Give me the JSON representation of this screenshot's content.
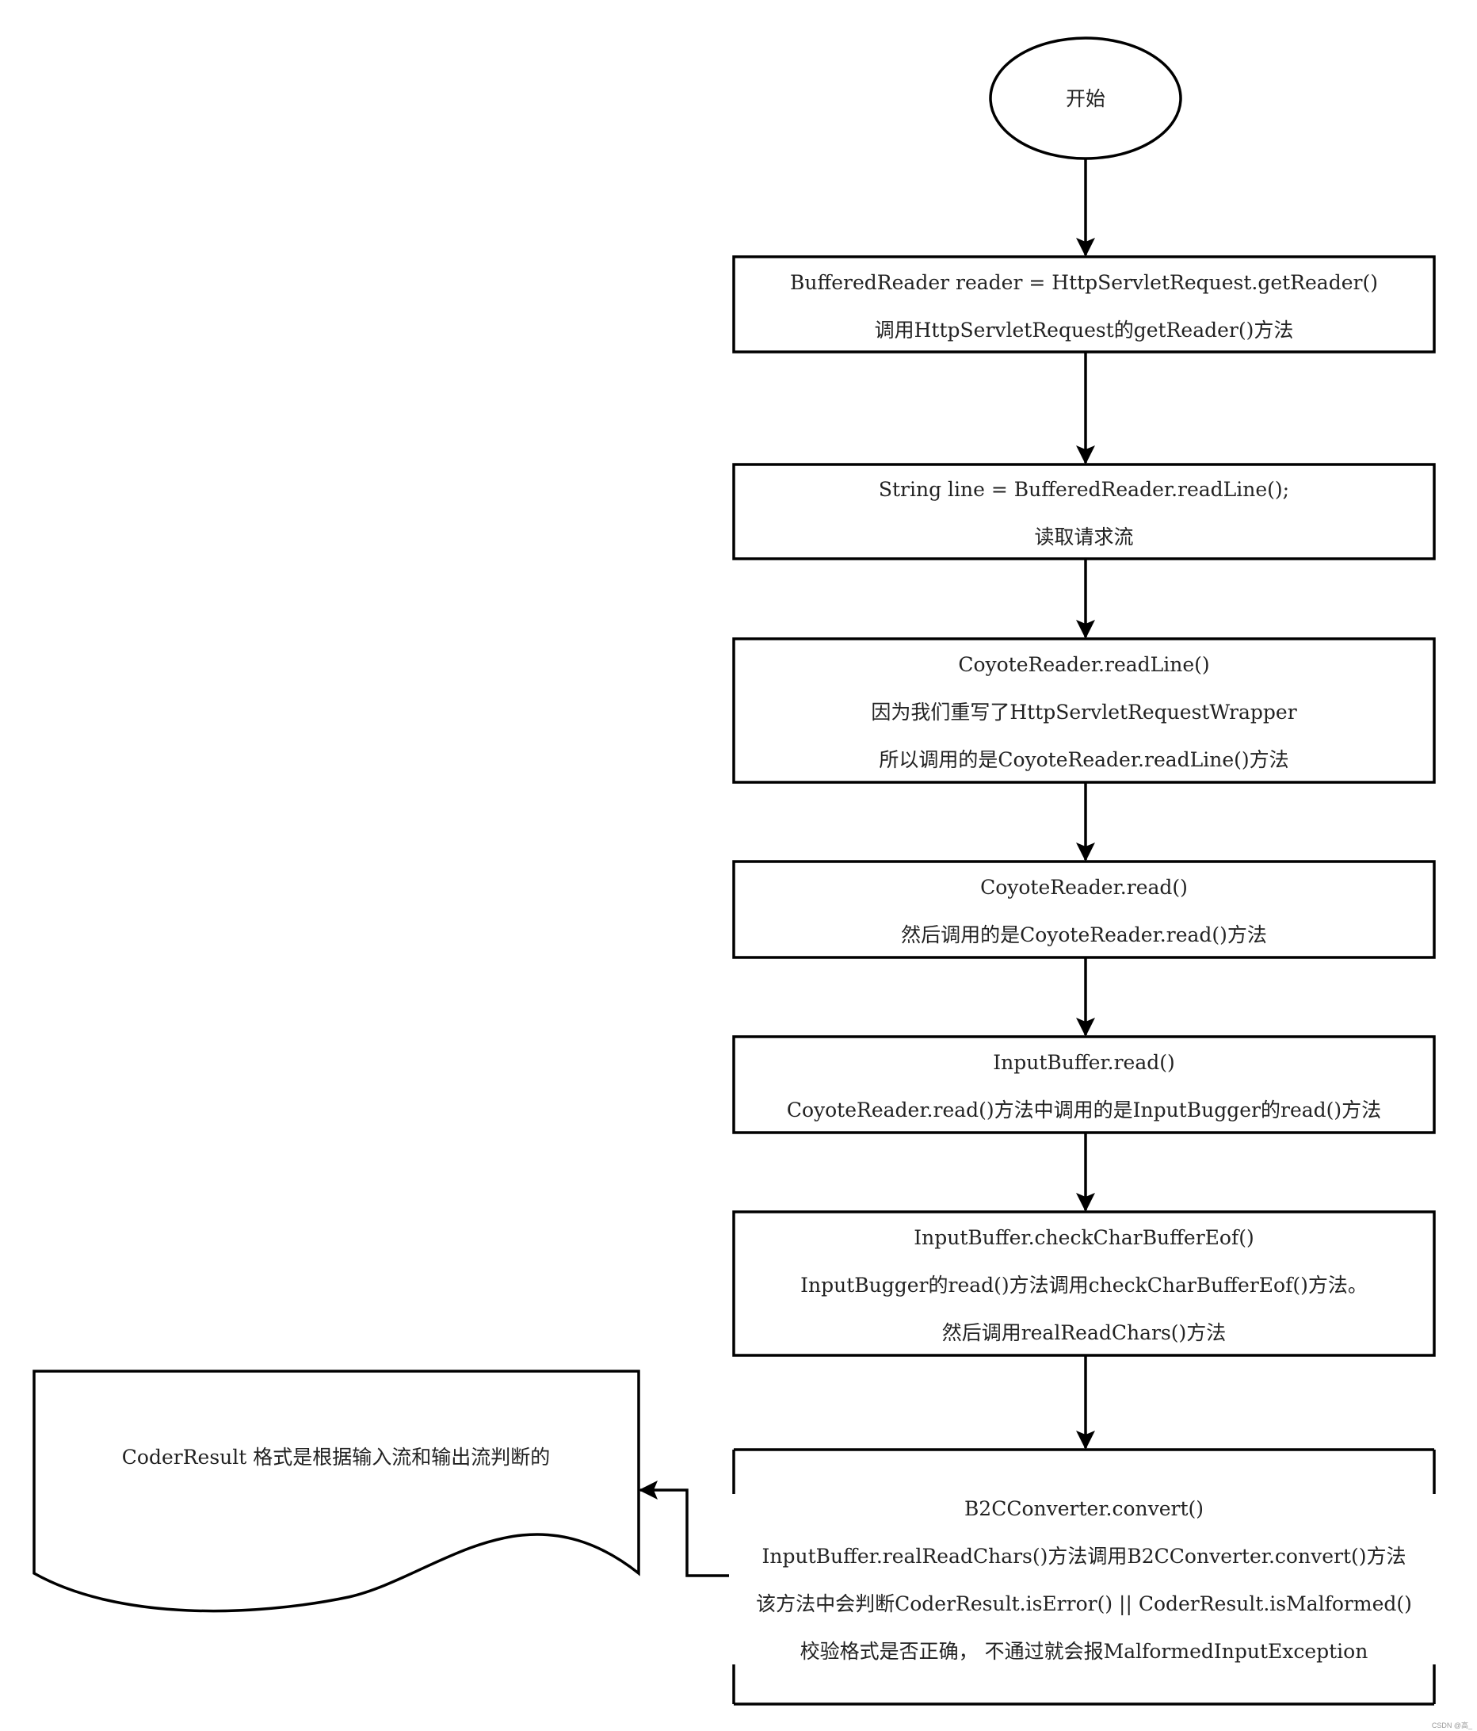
{
  "start": {
    "label": "开始"
  },
  "steps": [
    {
      "lines": [
        "BufferedReader reader = HttpServletRequest.getReader()",
        "调用HttpServletRequest的getReader()方法"
      ]
    },
    {
      "lines": [
        "String line = BufferedReader.readLine();",
        "读取请求流"
      ]
    },
    {
      "lines": [
        "CoyoteReader.readLine()",
        "因为我们重写了HttpServletRequestWrapper",
        "所以调用的是CoyoteReader.readLine()方法"
      ]
    },
    {
      "lines": [
        "CoyoteReader.read()",
        "然后调用的是CoyoteReader.read()方法"
      ]
    },
    {
      "lines": [
        "InputBuffer.read()",
        "CoyoteReader.read()方法中调用的是InputBugger的read()方法"
      ]
    },
    {
      "lines": [
        "InputBuffer.checkCharBufferEof()",
        "InputBugger的read()方法调用checkCharBufferEof()方法。",
        "然后调用realReadChars()方法"
      ]
    },
    {
      "lines": [
        "B2CConverter.convert()",
        "InputBuffer.realReadChars()方法调用B2CConverter.convert()方法",
        "该方法中会判断CoderResult.isError() || CoderResult.isMalformed()",
        "校验格式是否正确， 不通过就会报MalformedInputException"
      ]
    }
  ],
  "note": {
    "text": "CoderResult 格式是根据输入流和输出流判断的"
  },
  "watermark": "CSDN @高_"
}
